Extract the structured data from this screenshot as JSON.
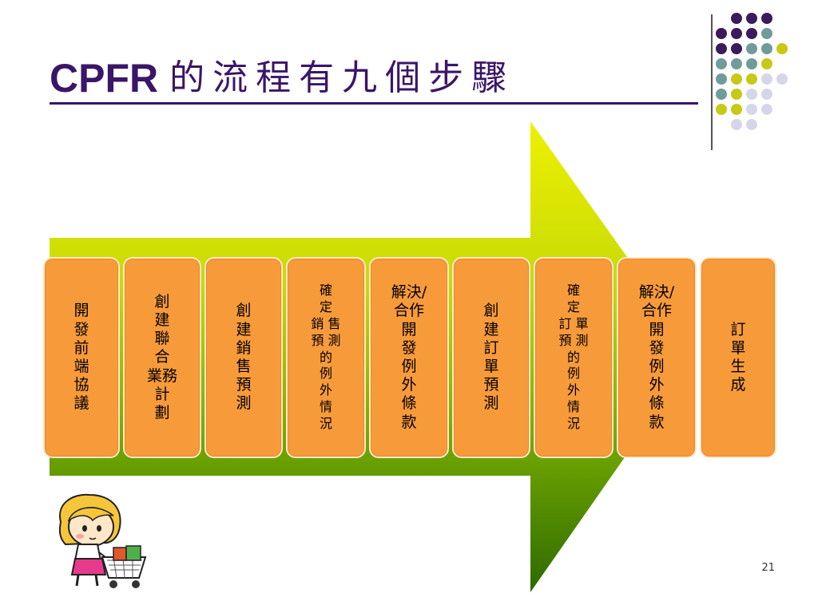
{
  "slide": {
    "title_en": "CPFR",
    "title_zh": "的流程有九個步驟",
    "page_number": "21"
  },
  "steps": [
    {
      "lines": [
        "開",
        "發",
        "前",
        "端",
        "協",
        "議"
      ]
    },
    {
      "lines": [
        "創",
        "建",
        "聯",
        "合",
        "業務",
        "計",
        "劃"
      ]
    },
    {
      "lines": [
        "創",
        "建",
        "銷",
        "售",
        "預",
        "測"
      ]
    },
    {
      "lines": [
        "確",
        "定",
        "銷 售",
        "預 測",
        "的",
        "例",
        "外",
        "情",
        "況"
      ]
    },
    {
      "lines": [
        "解決/",
        "合作",
        "開",
        "發",
        "例",
        "外",
        "條",
        "款"
      ]
    },
    {
      "lines": [
        "創",
        "建",
        "訂",
        "單",
        "預",
        "測"
      ]
    },
    {
      "lines": [
        "確",
        "定",
        "訂 單",
        "預 測",
        "的",
        "例",
        "外",
        "情",
        "況"
      ]
    },
    {
      "lines": [
        "解決/",
        "合作",
        "開",
        "發",
        "例",
        "外",
        "條",
        "款"
      ]
    },
    {
      "lines": [
        "訂",
        "單",
        "生",
        "成"
      ]
    }
  ],
  "colors": {
    "title": "#3a1668",
    "box_fill": "#f79a3a",
    "arrow_top": "#e8e800",
    "arrow_bottom": "#2e6b00",
    "dot_purple": "#3c1a5b",
    "dot_teal": "#6f9c9a",
    "dot_yellow": "#c8c816",
    "dot_lavender": "#d6d6ea"
  }
}
